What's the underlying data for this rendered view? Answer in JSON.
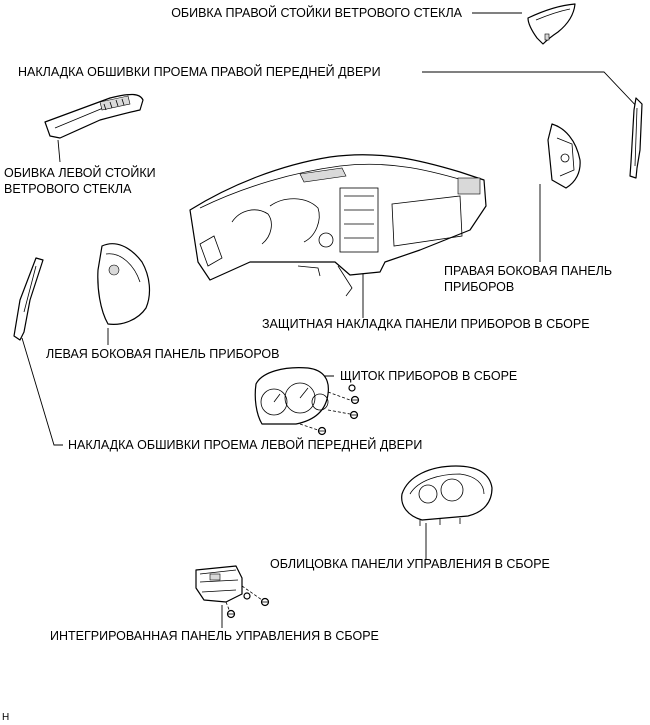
{
  "labels": {
    "right_pillar_garnish": "ОБИВКА ПРАВОЙ СТОЙКИ ВЕТРОВОГО СТЕКЛА",
    "right_door_scuff": "НАКЛАДКА ОБШИВКИ ПРОЕМА ПРАВОЙ ПЕРЕДНЕЙ ДВЕРИ",
    "left_pillar_garnish_line1": "ОБИВКА ЛЕВОЙ СТОЙКИ",
    "left_pillar_garnish_line2": "ВЕТРОВОГО СТЕКЛА",
    "right_side_panel_line1": "ПРАВАЯ БОКОВАЯ ПАНЕЛЬ",
    "right_side_panel_line2": "ПРИБОРОВ",
    "instrument_panel_safety_pad": "ЗАЩИТНАЯ НАКЛАДКА ПАНЕЛИ ПРИБОРОВ В СБОРЕ",
    "left_side_panel": "ЛЕВАЯ БОКОВАЯ ПАНЕЛЬ ПРИБОРОВ",
    "combination_meter": "ЩИТОК ПРИБОРОВ В СБОРЕ",
    "left_door_scuff": "НАКЛАДКА ОБШИВКИ ПРОЕМА ЛЕВОЙ ПЕРЕДНЕЙ ДВЕРИ",
    "cluster_finish_panel": "ОБЛИЦОВКА ПАНЕЛИ УПРАВЛЕНИЯ В СБОРЕ",
    "integration_control_panel": "ИНТЕГРИРОВАННАЯ ПАНЕЛЬ УПРАВЛЕНИЯ В СБОРЕ"
  },
  "figure_code": "H"
}
